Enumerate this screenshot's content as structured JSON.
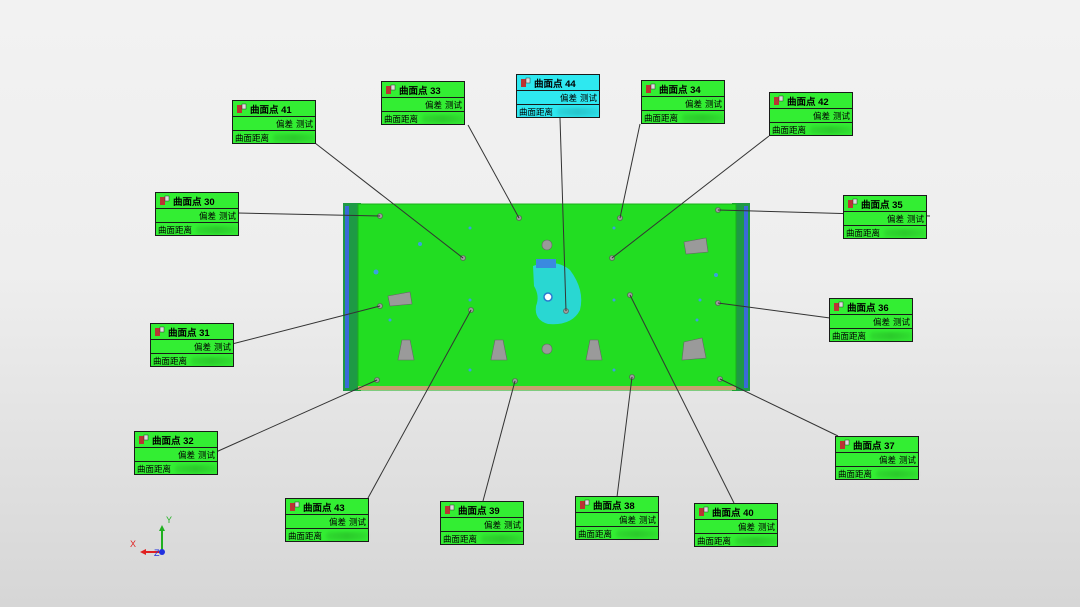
{
  "scene": {
    "plate_color": "#22dd22",
    "edge_color": "#1a9a3a",
    "deviation_region_color": "#2ad6e6",
    "background_top": "#f2f2f2",
    "background_bottom": "#d6d6d6"
  },
  "callout_common": {
    "deviation_label": "偏差",
    "test_label": "测试",
    "distance_label": "曲面距离",
    "pin_icon": "surface-point-icon"
  },
  "callouts": [
    {
      "id": "30",
      "title": "曲面点 30",
      "selected": false
    },
    {
      "id": "31",
      "title": "曲面点 31",
      "selected": false
    },
    {
      "id": "32",
      "title": "曲面点 32",
      "selected": false
    },
    {
      "id": "33",
      "title": "曲面点 33",
      "selected": false
    },
    {
      "id": "34",
      "title": "曲面点 34",
      "selected": false
    },
    {
      "id": "35",
      "title": "曲面点 35",
      "selected": false
    },
    {
      "id": "36",
      "title": "曲面点 36",
      "selected": false
    },
    {
      "id": "37",
      "title": "曲面点 37",
      "selected": false
    },
    {
      "id": "38",
      "title": "曲面点 38",
      "selected": false
    },
    {
      "id": "39",
      "title": "曲面点 39",
      "selected": false
    },
    {
      "id": "40",
      "title": "曲面点 40",
      "selected": false
    },
    {
      "id": "41",
      "title": "曲面点 41",
      "selected": false
    },
    {
      "id": "42",
      "title": "曲面点 42",
      "selected": false
    },
    {
      "id": "43",
      "title": "曲面点 43",
      "selected": false
    },
    {
      "id": "44",
      "title": "曲面点 44",
      "selected": true
    }
  ],
  "axis_triad": {
    "x_label": "X",
    "y_label": "Y",
    "z_label": "Z",
    "x_color": "#e02020",
    "y_color": "#20b020",
    "z_color": "#2030e0"
  }
}
